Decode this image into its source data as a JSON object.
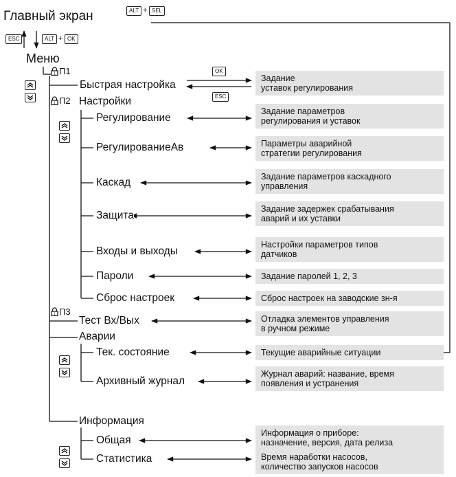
{
  "title": "Главный экран",
  "menu": "Меню",
  "keys": {
    "alt": "ALT",
    "sel": "SEL",
    "esc": "ESC",
    "ok": "OK",
    "plus": "+"
  },
  "access": {
    "p1": "П1",
    "p2": "П2",
    "p3": "П3"
  },
  "items": {
    "quick": "Быстрая настройка",
    "settings": "Настройки",
    "test": "Тест Вх/Вых",
    "alarms": "Аварии",
    "info": "Информация"
  },
  "settings_sub": {
    "reg": "Регулирование",
    "reg_av": "РегулированиеАв",
    "cascade": "Каскад",
    "protect": "Защита",
    "io": "Входы и выходы",
    "passwords": "Пароли",
    "reset": "Сброс настроек"
  },
  "alarms_sub": {
    "state": "Тек. состояние",
    "journal": "Архивный журнал"
  },
  "info_sub": {
    "general": "Общая",
    "stats": "Статистика"
  },
  "descriptions": {
    "quick": [
      "Задание",
      "уставок регулирования"
    ],
    "reg": [
      "Задание параметров",
      "регулирования и уставок"
    ],
    "reg_av": [
      "Параметры аварийной",
      "стратегии регулирования"
    ],
    "cascade": [
      "Задание параметров каскадного",
      "управления"
    ],
    "protect": [
      "Задание задержек срабатывания",
      "аварий и их уставки"
    ],
    "io": [
      "Настройки параметров типов",
      "датчиков"
    ],
    "passwords": [
      "Задание паролей 1, 2, 3"
    ],
    "reset": [
      "Сброс настроек на заводские зн-я"
    ],
    "test": [
      "Отладка элементов управления",
      "в ручном режиме"
    ],
    "state": [
      "Текущие аварийные ситуации"
    ],
    "journal": [
      "Журнал аварий: название, время",
      "появления и устранения"
    ],
    "general": [
      "Информация о приборе:",
      "назначение, версия, дата релиза"
    ],
    "stats": [
      "Время наработки насосов,",
      "количество запусков насосов"
    ]
  }
}
